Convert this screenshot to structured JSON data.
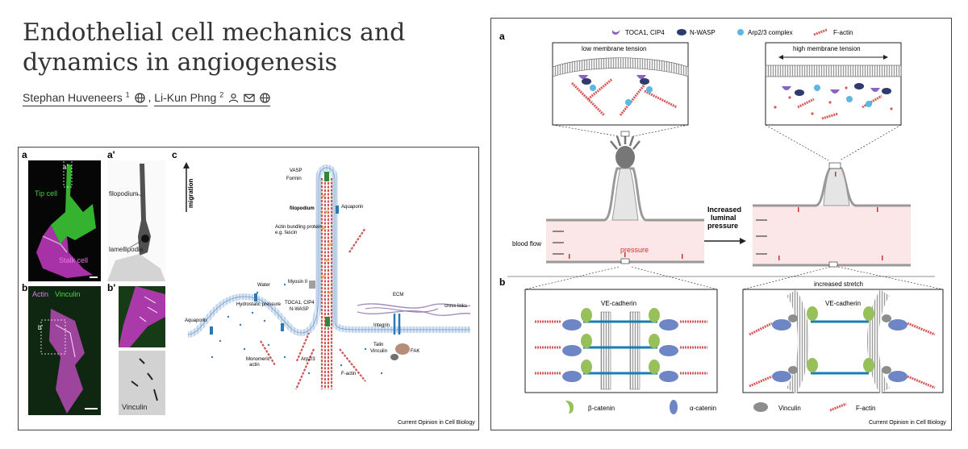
{
  "article": {
    "title": "Endothelial cell mechanics and dynamics in angiogenesis",
    "authors": [
      {
        "name": "Stephan Huveneers",
        "sup": "1"
      },
      {
        "name": "Li-Kun Phng",
        "sup": "2"
      }
    ],
    "author_separator": ","
  },
  "figure1": {
    "panel_a": "a",
    "panel_a_prime": "a'",
    "panel_b": "b",
    "panel_b_prime": "b'",
    "panel_c": "c",
    "tip_cell": "Tip cell",
    "stalk_cell": "Stalk cell",
    "inset_a_prime": "a'",
    "inset_b_prime": "b'",
    "filopodium_label": "filopodium",
    "lamellipodia_label": "lamellipodia",
    "actin": "Actin",
    "vinculin": "Vinculin",
    "vinculin_gray": "Vinculin",
    "migration": "migration",
    "c_labels": {
      "vasp": "VASP",
      "formin": "Formin",
      "filopodium": "filopodium",
      "aquaporin_top": "Aquaporin",
      "actin_bundling": "Actin bundling protein",
      "actin_bundling_eg": "e.g. fascin",
      "myosin": "Myosin II",
      "water": "Water",
      "hydrostatic": "Hydrostatic pressure",
      "aquaporin_left": "Aquaporin",
      "toca": "TOCA1, CIP4",
      "nwasp": "N-WASP",
      "ecm": "ECM",
      "cross_links": "cross links",
      "integrin": "Integrin",
      "talin": "Talin",
      "vinculin": "Vinculin",
      "fak": "FAK",
      "monomeric": "Monomeric",
      "monomeric2": "actin",
      "arp": "Arp2/3",
      "factin": "F-actin"
    },
    "journal": "Current Opinion in Cell Biology"
  },
  "figure2": {
    "panel_a": "a",
    "panel_b": "b",
    "legend_top": [
      "TOCA1, CIP4",
      "N-WASP",
      "Arp2/3 complex",
      "F-actin"
    ],
    "low_tension": "low membrane tension",
    "high_tension": "high membrane tension",
    "increased_luminal": "Increased",
    "increased_luminal2": "luminal",
    "increased_luminal3": "pressure",
    "blood_flow": "blood flow",
    "pressure": "pressure",
    "ve_cadherin_left": "VE-cadherin",
    "ve_cadherin_right": "VE-cadherin",
    "increased_stretch": "increased stretch",
    "legend_bottom": [
      "β-catenin",
      "α-catenin",
      "Vinculin",
      "F-actin"
    ],
    "journal": "Current Opinion in Cell Biology"
  },
  "colors": {
    "green": "#3fd13a",
    "magenta": "#c43bc4",
    "actin_red": "#d65a5a",
    "vessel_pink": "#fbe7e7",
    "purple": "#8a62c2",
    "navy": "#2f3a6e",
    "arp_blue": "#5ab8e2",
    "beta_green": "#98c05a",
    "alpha_blue": "#6f86c6",
    "vinculin_gray": "#8d8d8d"
  }
}
